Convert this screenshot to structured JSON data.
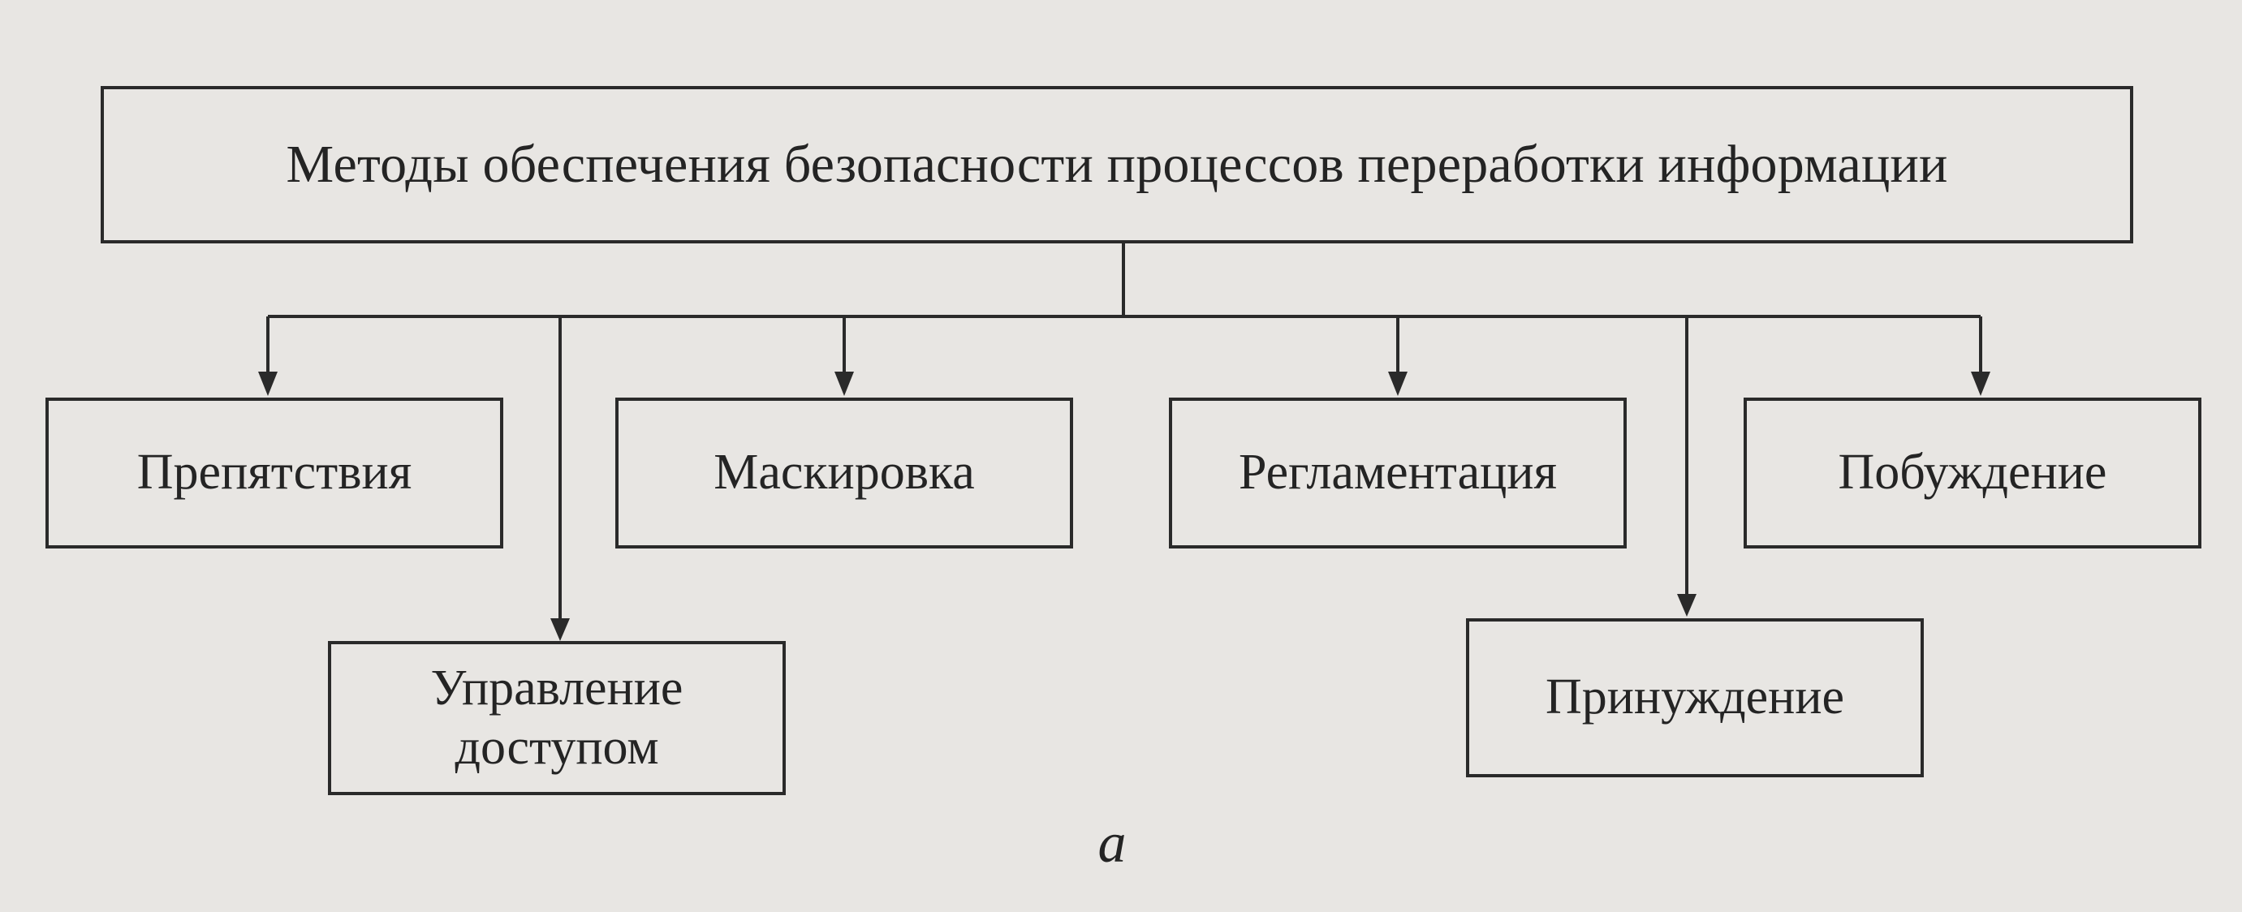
{
  "root": {
    "label": "Методы обеспечения безопасности процессов переработки информации"
  },
  "methods": [
    "Препятствия",
    "Управление доступом",
    "Маскировка",
    "Регламентация",
    "Принуждение",
    "Побуждение"
  ],
  "caption": "а",
  "colors": {
    "background": "#e8e6e3",
    "ink": "#2a2a2a"
  }
}
